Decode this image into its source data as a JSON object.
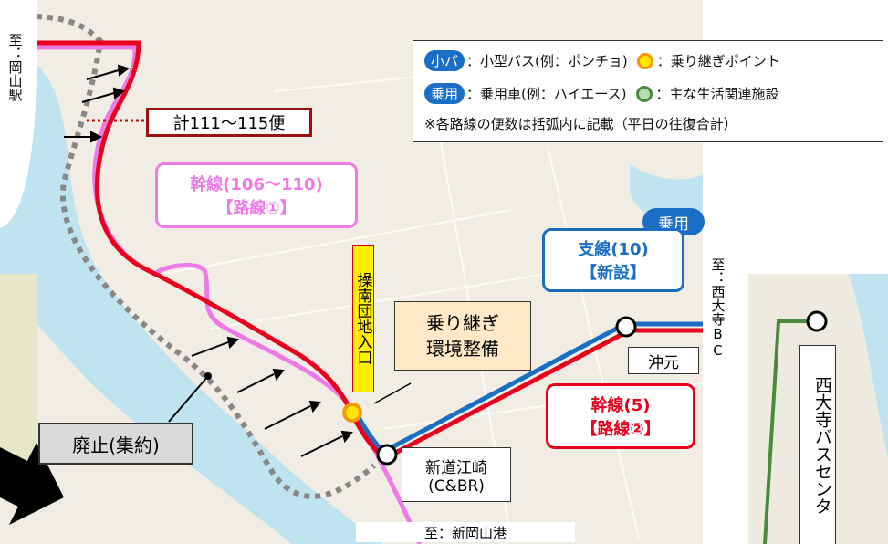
{
  "legend": {
    "small_bus_tag": "小バ",
    "small_bus_desc": "：小型バス(例：ポンチョ)",
    "transfer_desc": "：乗り継ぎポイント",
    "car_tag": "乗用",
    "car_desc": "：乗用車(例：ハイエース)",
    "facility_desc": "：主な生活関連施設",
    "note": "※各路線の便数は括弧内に記載（平日の往復合計）"
  },
  "labels": {
    "to_okayama_station": "至：岡山駅",
    "total_trips": "計111〜115便",
    "trunk_line_1_count": "幹線(106〜110)",
    "trunk_line_1_route": "【路線①】",
    "branch_tag": "乗用",
    "branch_line_count": "支線(10)",
    "branch_line_status": "【新設】",
    "to_saidaiji_bc": "至：西大寺BC",
    "stop_sonan_danchi": "操南団地入口",
    "transfer_env_line1": "乗り継ぎ",
    "transfer_env_line2": "環境整備",
    "stop_okimoto": "沖元",
    "trunk_line_2_count": "幹線(5)",
    "trunk_line_2_route": "【路線②】",
    "abolished": "廃止(集約)",
    "stop_shinmichi_ezaki": "新道江崎",
    "stop_shinmichi_ezaki_sub": "(C&BR)",
    "to_shin_okayama_port": "至：新岡山港",
    "saidaiji_bus_center": "西大寺バスセンタ"
  },
  "colors": {
    "trunk_red": "#e8001c",
    "trunk_pink": "#ee7ae6",
    "branch_blue": "#1a6fc4",
    "abolished_gray": "#888888",
    "legend_blue": "#1a6fc4",
    "transfer_yellow": "#ffe600",
    "transfer_ring": "#f39800",
    "facility_green": "#b5dfb0",
    "saidaiji_green": "#4a8a3a",
    "stop_box_fill": "#fde8c8",
    "stop_name_fill": "#ffee00"
  }
}
